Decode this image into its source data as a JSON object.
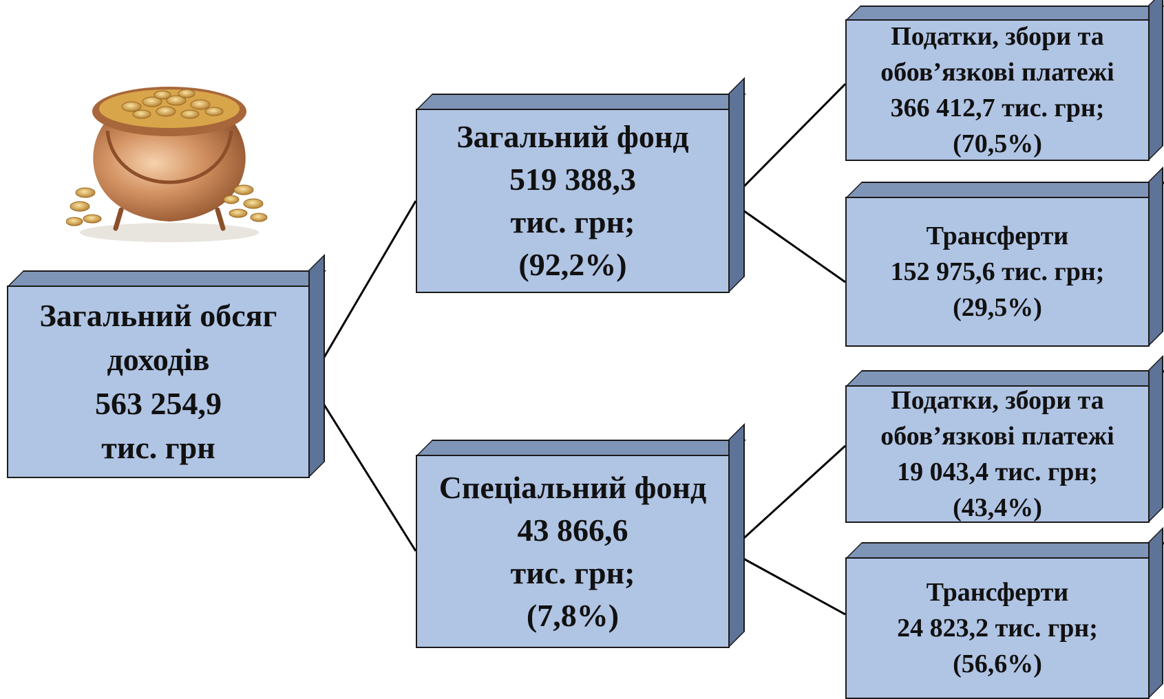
{
  "root": {
    "lines": [
      "Загальний обсяг",
      "доходів",
      "563 254,9",
      "тис. грн"
    ]
  },
  "general_fund": {
    "lines": [
      "Загальний фонд",
      "519 388,3",
      "тис. грн;",
      "(92,2%)"
    ],
    "children": [
      {
        "lines": [
          "Податки, збори та",
          "обов’язкові платежі",
          "366 412,7 тис. грн;",
          "(70,5%)"
        ]
      },
      {
        "lines": [
          "Трансферти",
          "152 975,6 тис. грн;",
          "(29,5%)"
        ]
      }
    ]
  },
  "special_fund": {
    "lines": [
      "Спеціальний фонд",
      "43 866,6",
      "тис. грн;",
      "(7,8%)"
    ],
    "children": [
      {
        "lines": [
          "Податки, збори та",
          "обов’язкові платежі",
          "19 043,4 тис. грн;",
          "(43,4%)"
        ]
      },
      {
        "lines": [
          "Трансферти",
          "24 823,2 тис. грн;",
          "(56,6%)"
        ]
      }
    ]
  },
  "colors": {
    "box_face": "#b0c4e4",
    "box_top": "#7f95b8",
    "box_side": "#5e7398",
    "outline": "#1a1a1a",
    "pot": "#c98a55",
    "coins": "#d9a54a"
  },
  "illustration": {
    "icon": "pot-of-gold-coins-icon"
  }
}
